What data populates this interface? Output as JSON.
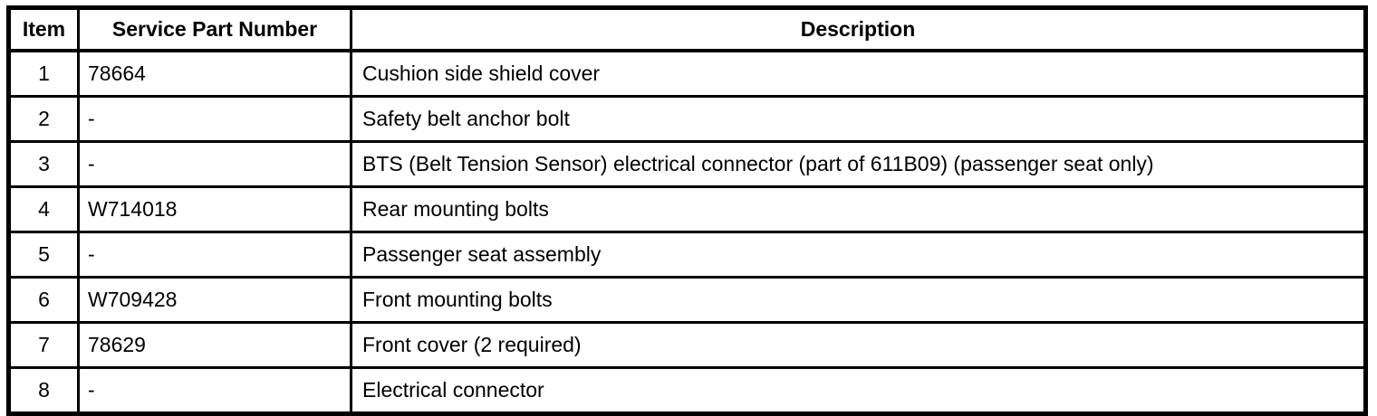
{
  "table": {
    "columns": [
      {
        "key": "item",
        "label": "Item"
      },
      {
        "key": "partnumber",
        "label": "Service Part Number"
      },
      {
        "key": "description",
        "label": "Description"
      }
    ],
    "rows": [
      {
        "item": "1",
        "partnumber": "78664",
        "description": "Cushion side shield cover"
      },
      {
        "item": "2",
        "partnumber": "-",
        "description": "Safety belt anchor bolt"
      },
      {
        "item": "3",
        "partnumber": "-",
        "description": "BTS (Belt Tension Sensor) electrical connector (part of 611B09) (passenger seat only)"
      },
      {
        "item": "4",
        "partnumber": "W714018",
        "description": "Rear mounting bolts"
      },
      {
        "item": "5",
        "partnumber": "-",
        "description": "Passenger seat assembly"
      },
      {
        "item": "6",
        "partnumber": "W709428",
        "description": "Front mounting bolts"
      },
      {
        "item": "7",
        "partnumber": "78629",
        "description": "Front cover (2 required)"
      },
      {
        "item": "8",
        "partnumber": "-",
        "description": "Electrical connector"
      }
    ]
  },
  "colors": {
    "border": "#000000",
    "text": "#000000",
    "background": "#ffffff"
  }
}
